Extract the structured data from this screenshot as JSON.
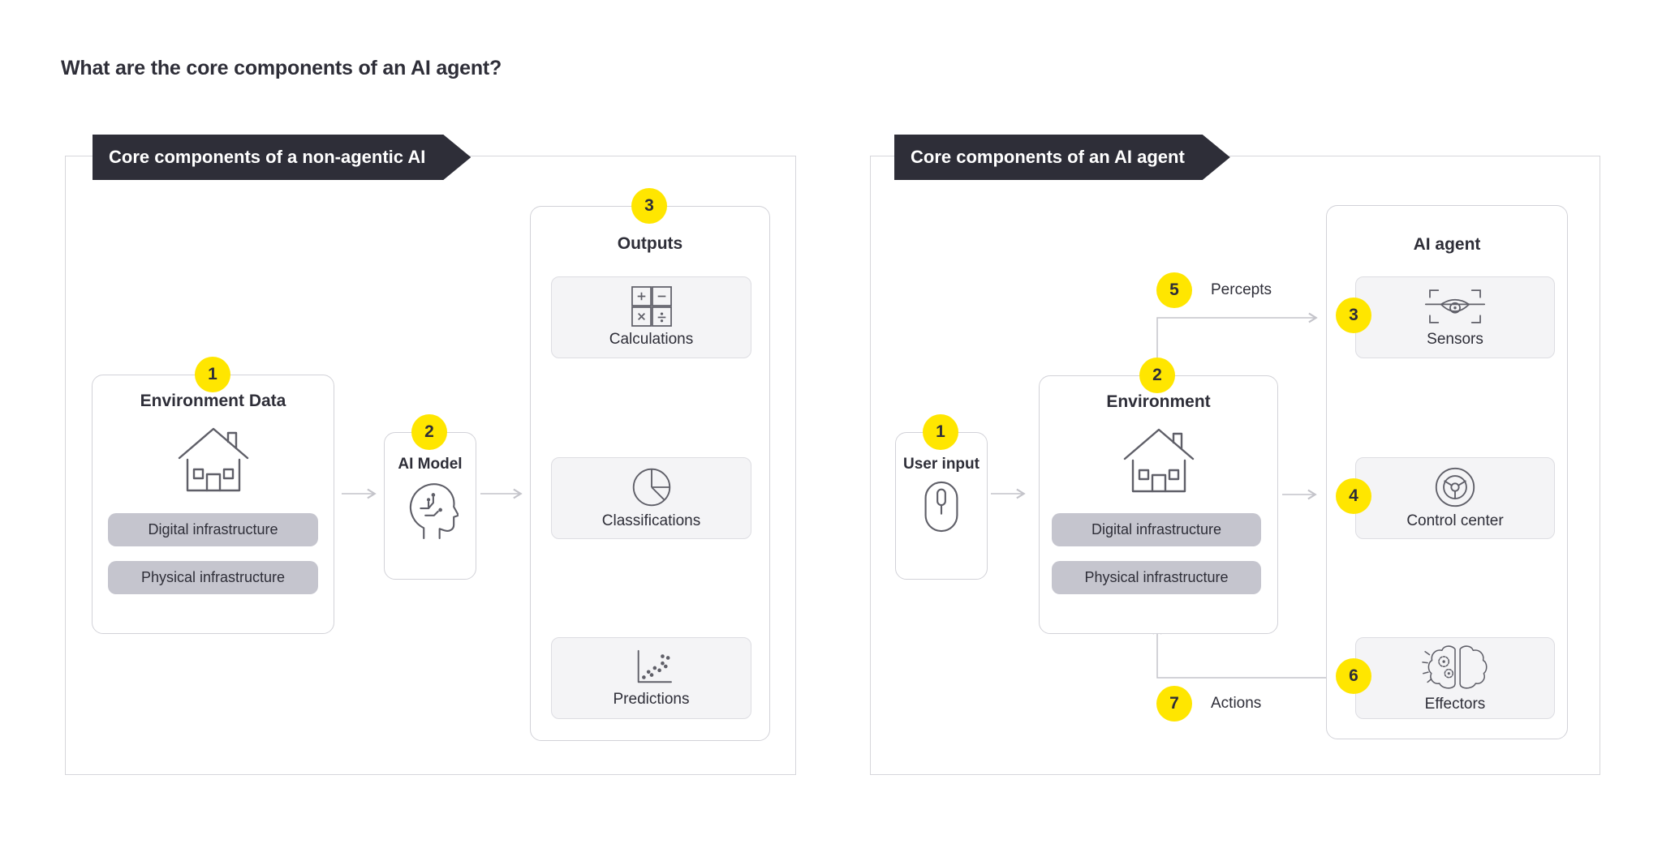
{
  "title": "What are the core components of an AI agent?",
  "colors": {
    "accent_yellow": "#ffe600",
    "ink": "#2e2e38",
    "banner_bg": "#2e2e38",
    "card_bg": "#f4f4f6",
    "pill_bg": "#c5c5ce",
    "connector_line": "#c4c4ca"
  },
  "left_panel": {
    "banner": "Core components of a non-agentic AI",
    "environment_data": {
      "badge": "1",
      "title": "Environment Data",
      "pills": [
        "Digital infrastructure",
        "Physical infrastructure"
      ]
    },
    "ai_model": {
      "badge": "2",
      "title": "AI Model"
    },
    "outputs": {
      "badge": "3",
      "title": "Outputs",
      "cards": [
        {
          "label": "Calculations"
        },
        {
          "label": "Classifications"
        },
        {
          "label": "Predictions"
        }
      ]
    }
  },
  "right_panel": {
    "banner": "Core components of an AI agent",
    "user_input": {
      "badge": "1",
      "title": "User input"
    },
    "environment": {
      "badge": "2",
      "title": "Environment",
      "pills": [
        "Digital infrastructure",
        "Physical infrastructure"
      ]
    },
    "ai_agent": {
      "title": "AI agent",
      "sensors": {
        "badge": "3",
        "label": "Sensors"
      },
      "control_center": {
        "badge": "4",
        "label": "Control center"
      },
      "effectors": {
        "badge": "6",
        "label": "Effectors"
      }
    },
    "percepts": {
      "badge": "5",
      "label": "Percepts"
    },
    "actions": {
      "badge": "7",
      "label": "Actions"
    }
  }
}
